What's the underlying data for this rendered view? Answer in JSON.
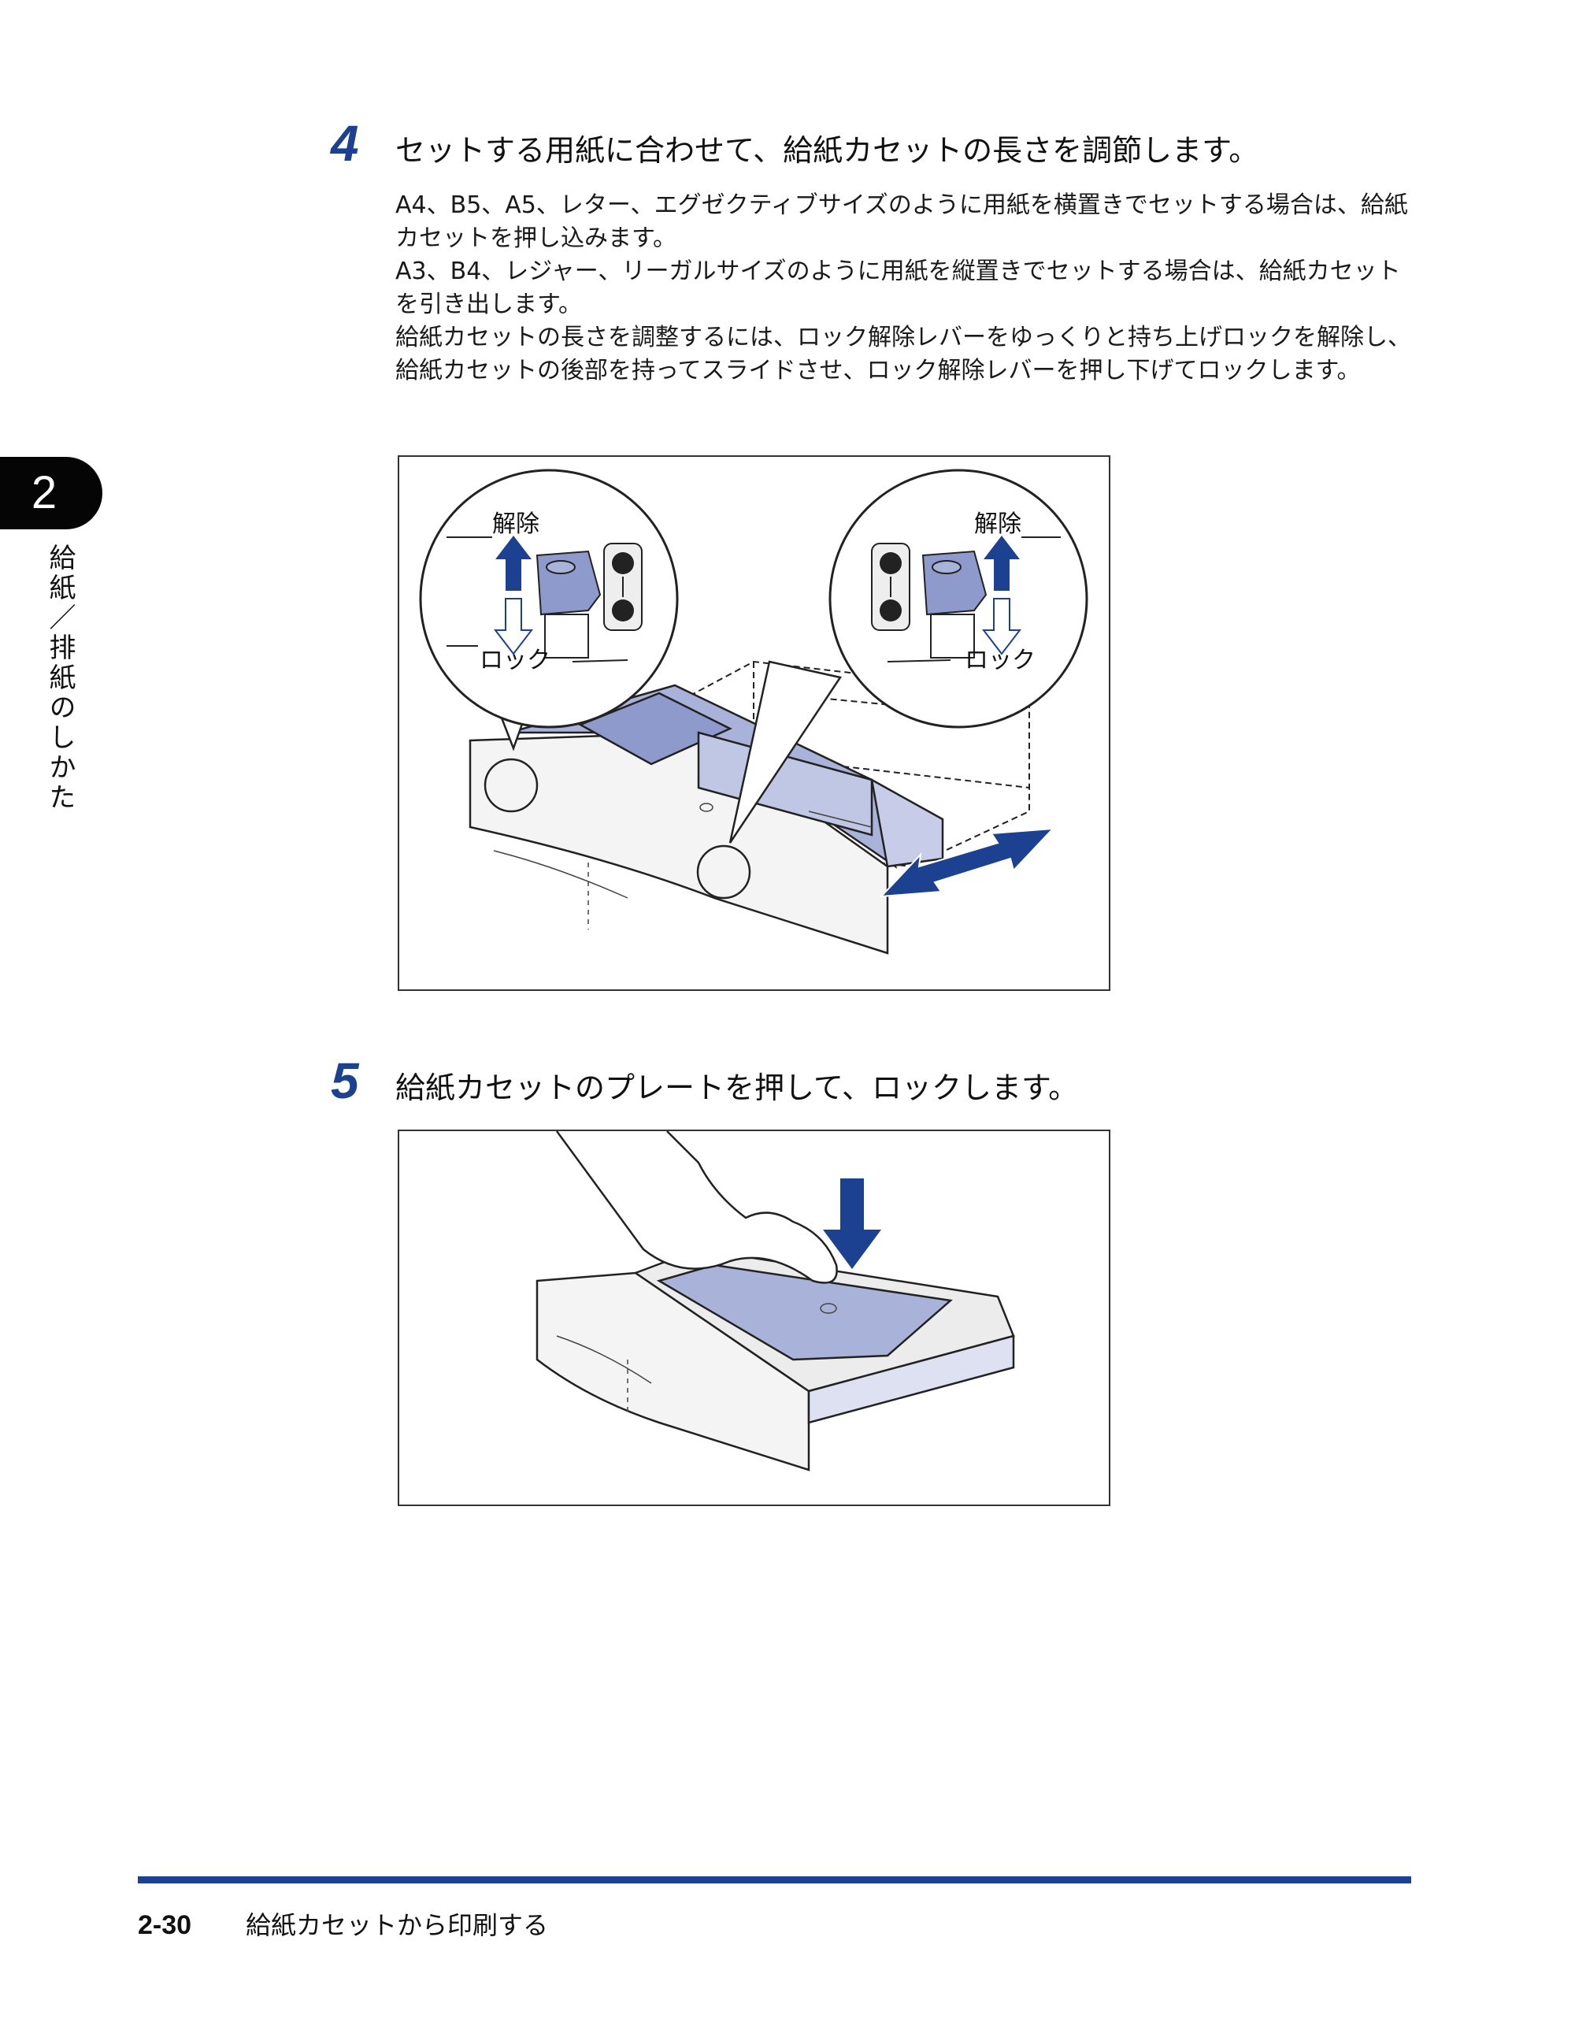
{
  "steps": [
    {
      "number": "4",
      "title": "セットする用紙に合わせて、給紙カセットの長さを調節します。",
      "paragraphs": [
        "A4、B5、A5、レター、エグゼクティブサイズのように用紙を横置きでセットする場合は、給紙カセットを押し込みます。",
        "A3、B4、レジャー、リーガルサイズのように用紙を縦置きでセットする場合は、給紙カセットを引き出します。",
        "給紙カセットの長さを調整するには、ロック解除レバーをゆっくりと持ち上げロックを解除し、給紙カセットの後部を持ってスライドさせ、ロック解除レバーを押し下げてロックします。"
      ],
      "figure": {
        "callout_left": {
          "release_label": "解除",
          "lock_label": "ロック"
        },
        "callout_right": {
          "release_label": "解除",
          "lock_label": "ロック"
        }
      }
    },
    {
      "number": "5",
      "title": "給紙カセットのプレートを押して、ロックします。"
    }
  ],
  "chapter": {
    "number": "2",
    "label": "給紙／排紙のしかた"
  },
  "footer": {
    "page_number": "2-30",
    "section_title": "給紙カセットから印刷する"
  },
  "colors": {
    "accent": "#1d4191",
    "tray_blue": "#a9b3d9",
    "tab": "#050505"
  },
  "icons": [
    "arrow-up-icon",
    "arrow-down-icon",
    "lock-icon",
    "unlock-icon",
    "double-arrow-icon",
    "press-down-arrow-icon"
  ]
}
